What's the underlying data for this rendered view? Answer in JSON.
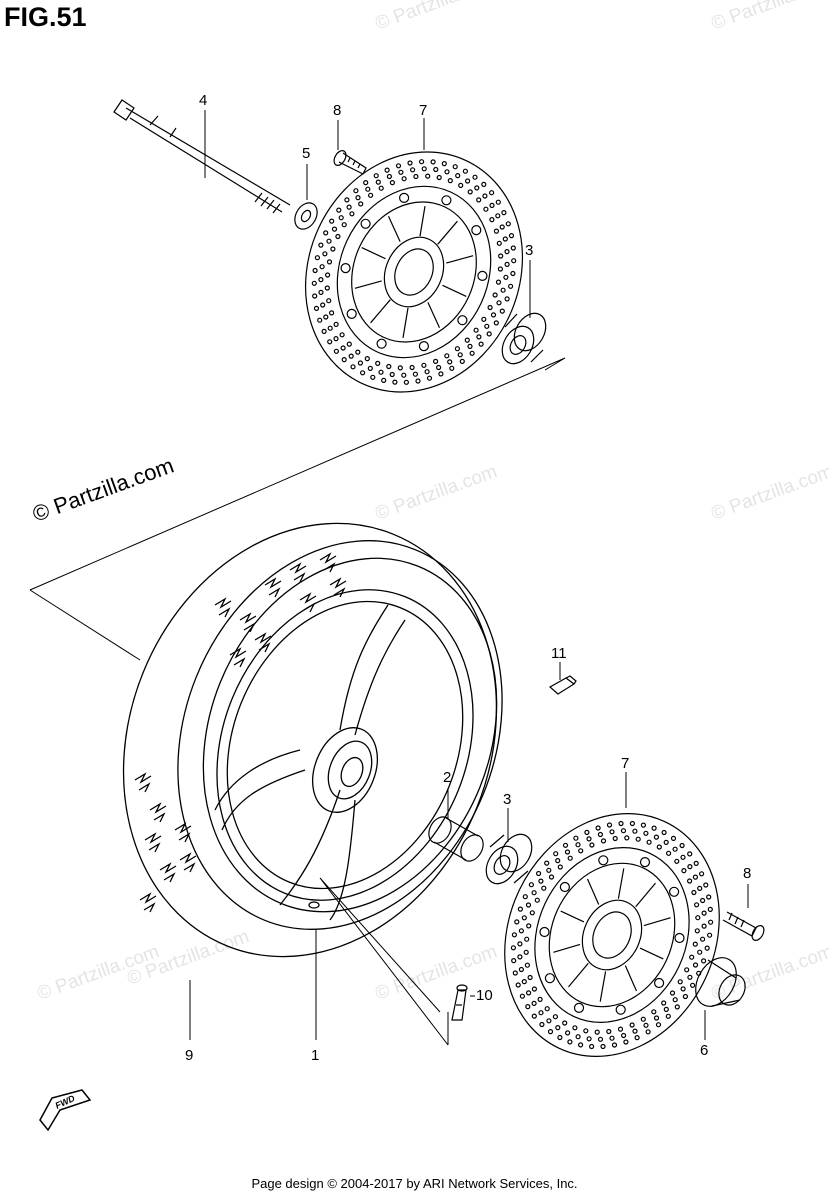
{
  "figure": {
    "title": "FIG.51"
  },
  "watermark": {
    "text": "© Partzilla.com"
  },
  "watermark_light": {
    "text": "© Partzilla.com"
  },
  "callouts": [
    {
      "id": "c1",
      "label": "1"
    },
    {
      "id": "c2",
      "label": "2"
    },
    {
      "id": "c3a",
      "label": "3"
    },
    {
      "id": "c3b",
      "label": "3"
    },
    {
      "id": "c4",
      "label": "4"
    },
    {
      "id": "c5",
      "label": "5"
    },
    {
      "id": "c6",
      "label": "6"
    },
    {
      "id": "c7a",
      "label": "7"
    },
    {
      "id": "c7b",
      "label": "7"
    },
    {
      "id": "c8a",
      "label": "8"
    },
    {
      "id": "c8b",
      "label": "8"
    },
    {
      "id": "c9",
      "label": "9"
    },
    {
      "id": "c10",
      "label": "10"
    },
    {
      "id": "c11",
      "label": "11"
    }
  ],
  "direction_badge": {
    "text": "FWD"
  },
  "footer": {
    "text": "Page design © 2004-2017 by ARI Network Services, Inc."
  }
}
